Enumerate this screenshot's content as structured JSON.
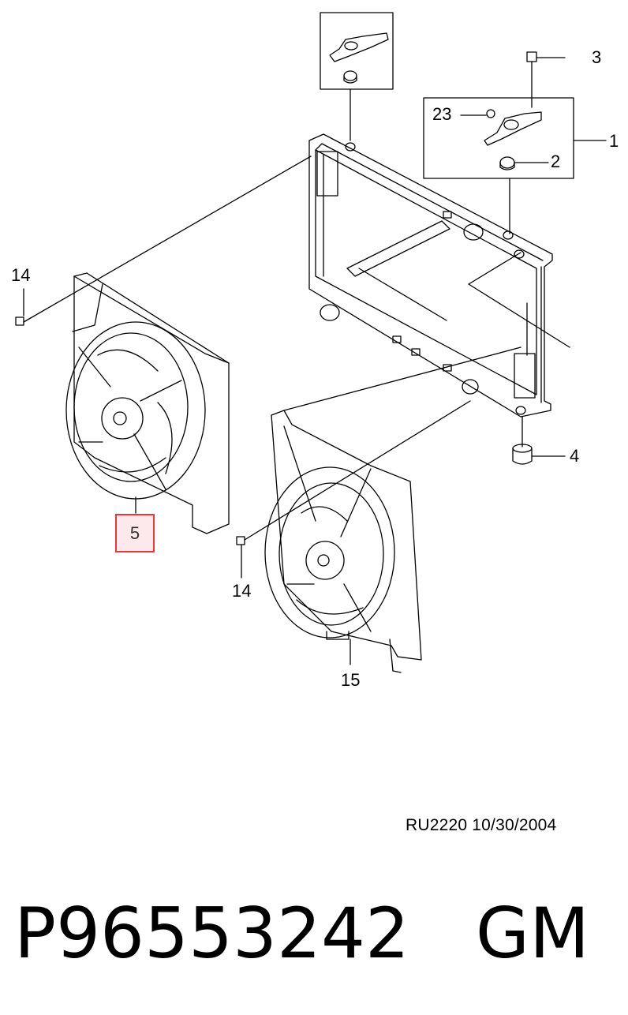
{
  "callouts": {
    "c1": "1",
    "c2": "2",
    "c3": "3",
    "c4": "4",
    "c5": "5",
    "c14a": "14",
    "c14b": "14",
    "c15": "15",
    "c23": "23"
  },
  "reference": "RU2220  10/30/2004",
  "footer": {
    "part_number": "P96553242",
    "brand": "GM",
    "text": "P96553242   GM"
  },
  "colors": {
    "line": "#000000",
    "highlight_fill": "#fde8ec",
    "highlight_border": "#e2383f"
  }
}
